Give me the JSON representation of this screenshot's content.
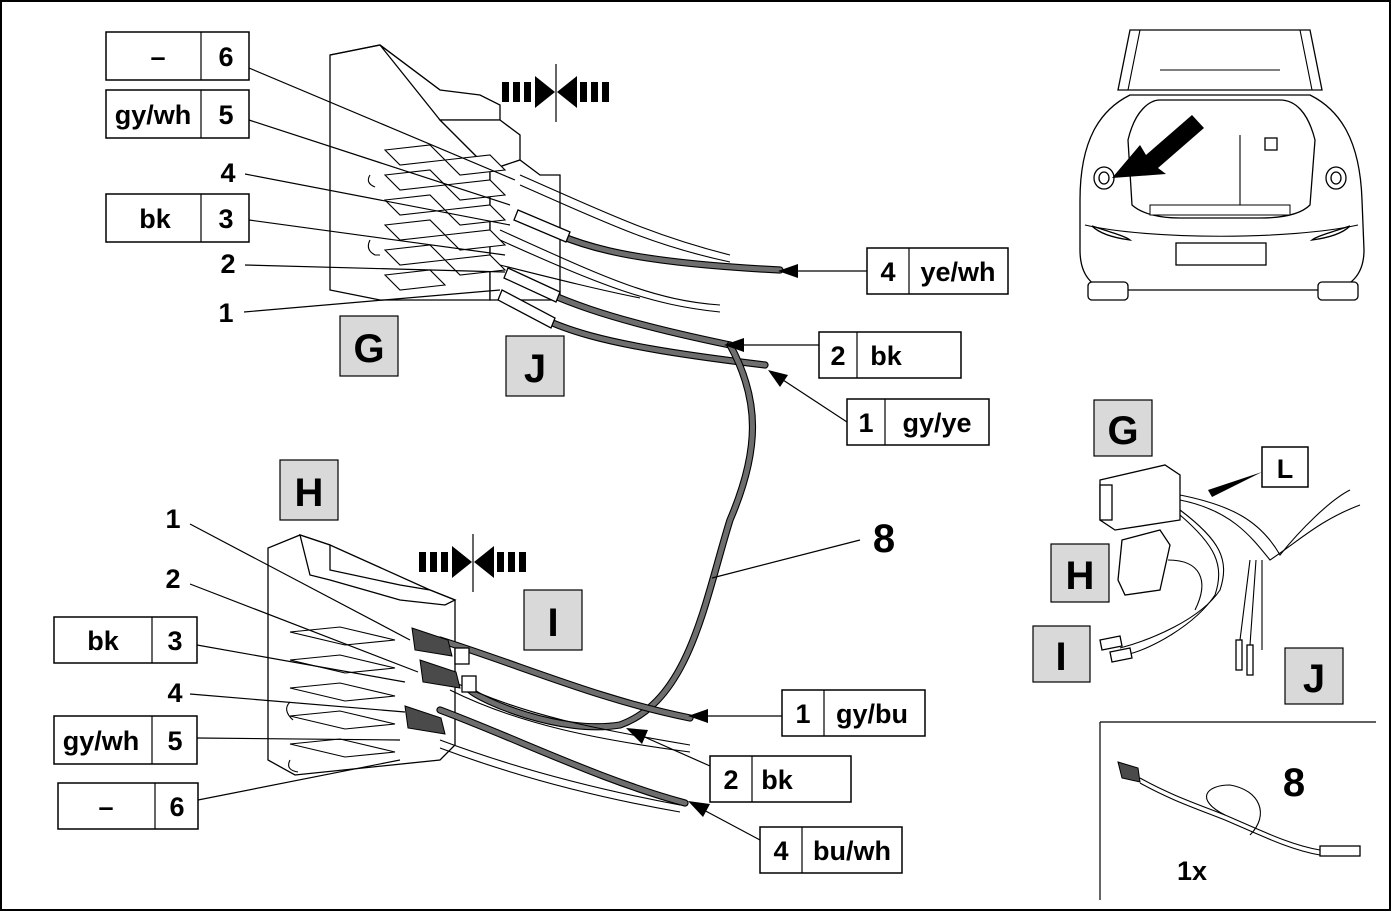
{
  "callouts_top": {
    "pin6": {
      "pin": "6",
      "color": "–"
    },
    "pin5": {
      "pin": "5",
      "color": "gy/wh"
    },
    "pin4": {
      "pin": "4"
    },
    "pin3": {
      "pin": "3",
      "color": "bk"
    },
    "pin2": {
      "pin": "2"
    },
    "pin1": {
      "pin": "1"
    }
  },
  "callouts_bottom": {
    "pin1": {
      "pin": "1"
    },
    "pin2": {
      "pin": "2"
    },
    "pin3": {
      "pin": "3",
      "color": "bk"
    },
    "pin4": {
      "pin": "4"
    },
    "pin5": {
      "pin": "5",
      "color": "gy/wh"
    },
    "pin6": {
      "pin": "6",
      "color": "–"
    }
  },
  "wire_labels": {
    "w4_top": {
      "pin": "4",
      "color": "ye/wh"
    },
    "w2_top": {
      "pin": "2",
      "color": "bk"
    },
    "w1_top": {
      "pin": "1",
      "color": "gy/ye"
    },
    "w1_bottom": {
      "pin": "1",
      "color": "gy/bu"
    },
    "w2_bottom": {
      "pin": "2",
      "color": "bk"
    },
    "w4_bottom": {
      "pin": "4",
      "color": "bu/wh"
    }
  },
  "letters": {
    "g": "G",
    "h": "H",
    "i": "I",
    "j": "J",
    "l": "L"
  },
  "cable_number": "8",
  "inset": {
    "number": "8",
    "quantity": "1x"
  },
  "colors": {
    "letter_box_fill": "#d9d9d9",
    "wire_grey": "#6e6e6e",
    "ink": "#000000"
  }
}
